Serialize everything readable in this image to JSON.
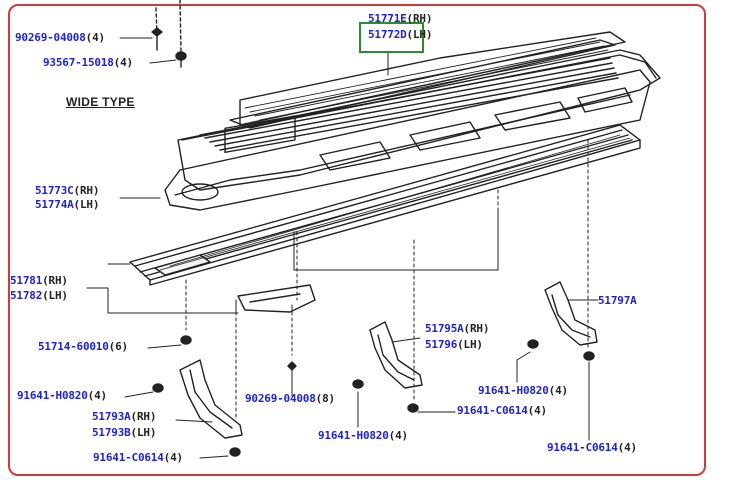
{
  "title": "WIDE TYPE",
  "labels": [
    {
      "id": "l1",
      "part": "90269-04008",
      "qty": "(4)"
    },
    {
      "id": "l2",
      "part": "93567-15018",
      "qty": "(4)"
    },
    {
      "id": "l3a",
      "part": "51771E",
      "qty": "(RH)"
    },
    {
      "id": "l3b",
      "part": "51772D",
      "qty": "(LH)"
    },
    {
      "id": "l4a",
      "part": "51773C",
      "qty": "(RH)"
    },
    {
      "id": "l4b",
      "part": "51774A",
      "qty": "(LH)"
    },
    {
      "id": "l5a",
      "part": "51781",
      "qty": "(RH)"
    },
    {
      "id": "l5b",
      "part": "51782",
      "qty": "(LH)"
    },
    {
      "id": "l6",
      "part": "51714-60010",
      "qty": "(6)"
    },
    {
      "id": "l7",
      "part": "91641-H0820",
      "qty": "(4)"
    },
    {
      "id": "l8a",
      "part": "51793A",
      "qty": "(RH)"
    },
    {
      "id": "l8b",
      "part": "51793B",
      "qty": "(LH)"
    },
    {
      "id": "l9",
      "part": "91641-C0614",
      "qty": "(4)"
    },
    {
      "id": "l10",
      "part": "90269-04008",
      "qty": "(8)"
    },
    {
      "id": "l11a",
      "part": "51795A",
      "qty": "(RH)"
    },
    {
      "id": "l11b",
      "part": "51796",
      "qty": "(LH)"
    },
    {
      "id": "l12",
      "part": "91641-H0820",
      "qty": "(4)"
    },
    {
      "id": "l13",
      "part": "91641-C0614",
      "qty": "(4)"
    },
    {
      "id": "l14",
      "part": "51797A",
      "qty": ""
    },
    {
      "id": "l15",
      "part": "91641-H0820",
      "qty": "(4)"
    },
    {
      "id": "l16",
      "part": "91641-C0614",
      "qty": "(4)"
    }
  ],
  "highlight_color": "#2e8b2e",
  "frame_color": "#d23a3a",
  "label_color": "#1f22d8"
}
